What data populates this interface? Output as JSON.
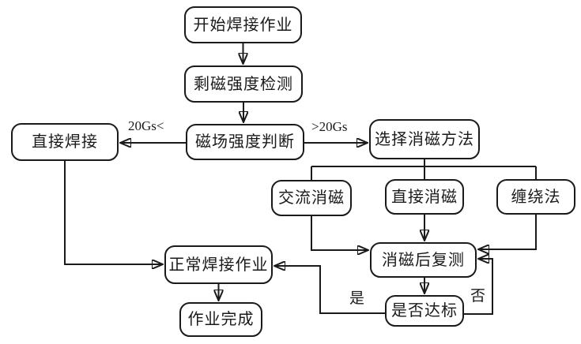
{
  "flowchart": {
    "nodes": {
      "start": {
        "label": "开始焊接作业"
      },
      "residual_detect": {
        "label": "剩磁强度检测"
      },
      "field_judge": {
        "label": "磁场强度判断"
      },
      "direct_weld": {
        "label": "直接焊接"
      },
      "choose_method": {
        "label": "选择消磁方法"
      },
      "ac_demag": {
        "label": "交流消磁"
      },
      "direct_demag": {
        "label": "直接消磁"
      },
      "winding_method": {
        "label": "缠绕法"
      },
      "retest": {
        "label": "消磁后复测"
      },
      "normal_weld": {
        "label": "正常焊接作业"
      },
      "pass_check": {
        "label": "是否达标"
      },
      "done": {
        "label": "作业完成"
      }
    },
    "edge_labels": {
      "below_threshold": "20Gs<",
      "above_threshold": ">20Gs",
      "yes": "是",
      "no": "否"
    },
    "colors": {
      "line": "#1a1a1a",
      "box_fill": "#ffffff",
      "canvas": "#ffffff",
      "text": "#1a1a1a"
    }
  }
}
